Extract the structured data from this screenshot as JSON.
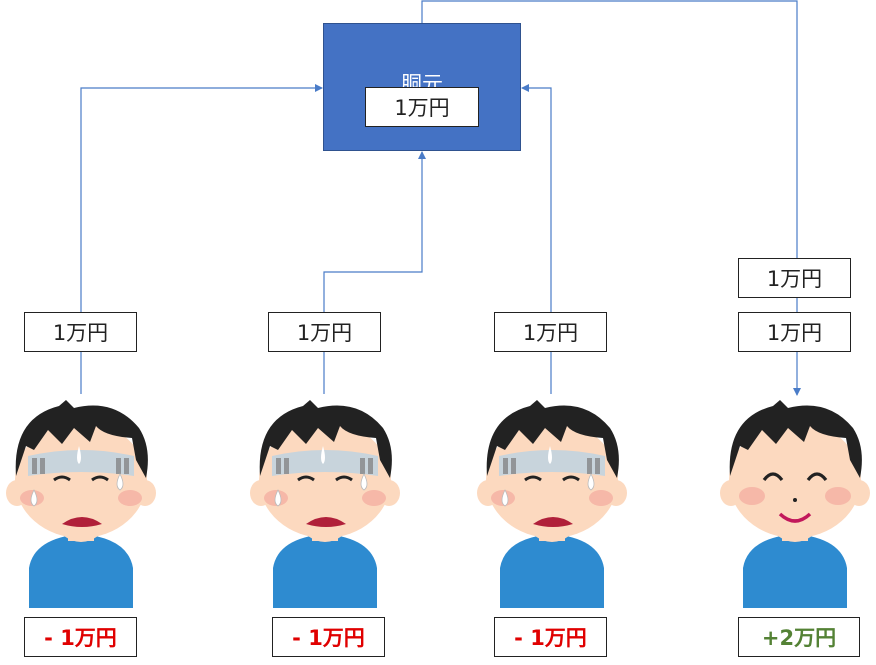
{
  "banker": {
    "title": "胴元",
    "pot": "1万円"
  },
  "players": [
    {
      "stake": "1万円",
      "result": "- 1万円",
      "result_color": "#e00000",
      "mood": "sad"
    },
    {
      "stake": "1万円",
      "result": "- 1万円",
      "result_color": "#e00000",
      "mood": "sad"
    },
    {
      "stake": "1万円",
      "result": "- 1万円",
      "result_color": "#e00000",
      "mood": "sad"
    },
    {
      "stake": "1万円",
      "payout": "1万円",
      "result": "+2万円",
      "result_color": "#548235",
      "mood": "happy"
    }
  ],
  "colors": {
    "banker_fill": "#4472c4",
    "arrow": "#4a7cc8",
    "shirt": "#2e8bd0",
    "hair": "#222222",
    "skin": "#fcd9bf"
  },
  "icons": [
    "sad-boy-illustration",
    "happy-boy-illustration"
  ]
}
